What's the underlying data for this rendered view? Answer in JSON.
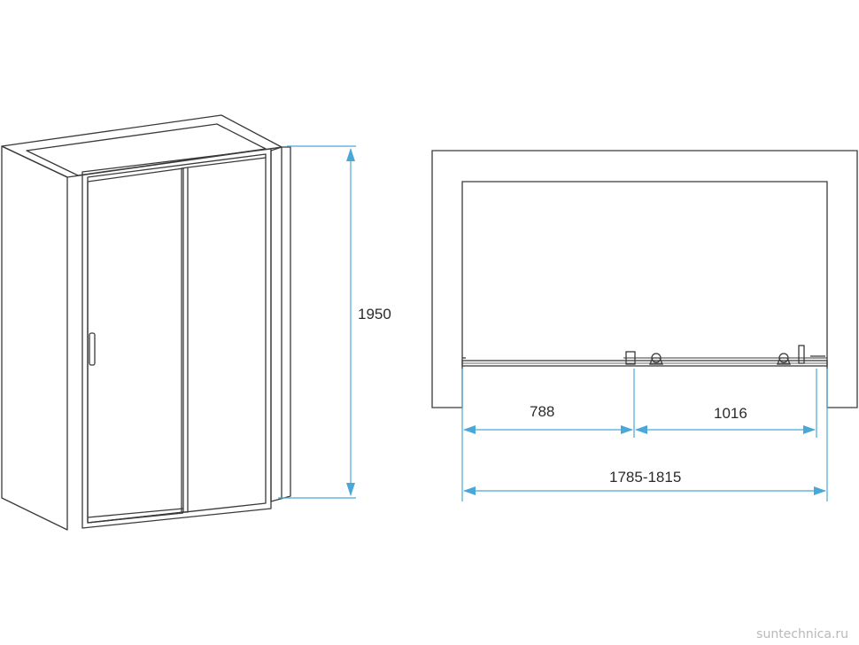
{
  "dimensions": {
    "height": "1950",
    "left_segment": "788",
    "right_segment": "1016",
    "total": "1785-1815"
  },
  "watermark": "suntechnica.ru",
  "colors": {
    "line": "#3a3a3a",
    "dimension": "#4aa8d8",
    "background": "#ffffff"
  }
}
